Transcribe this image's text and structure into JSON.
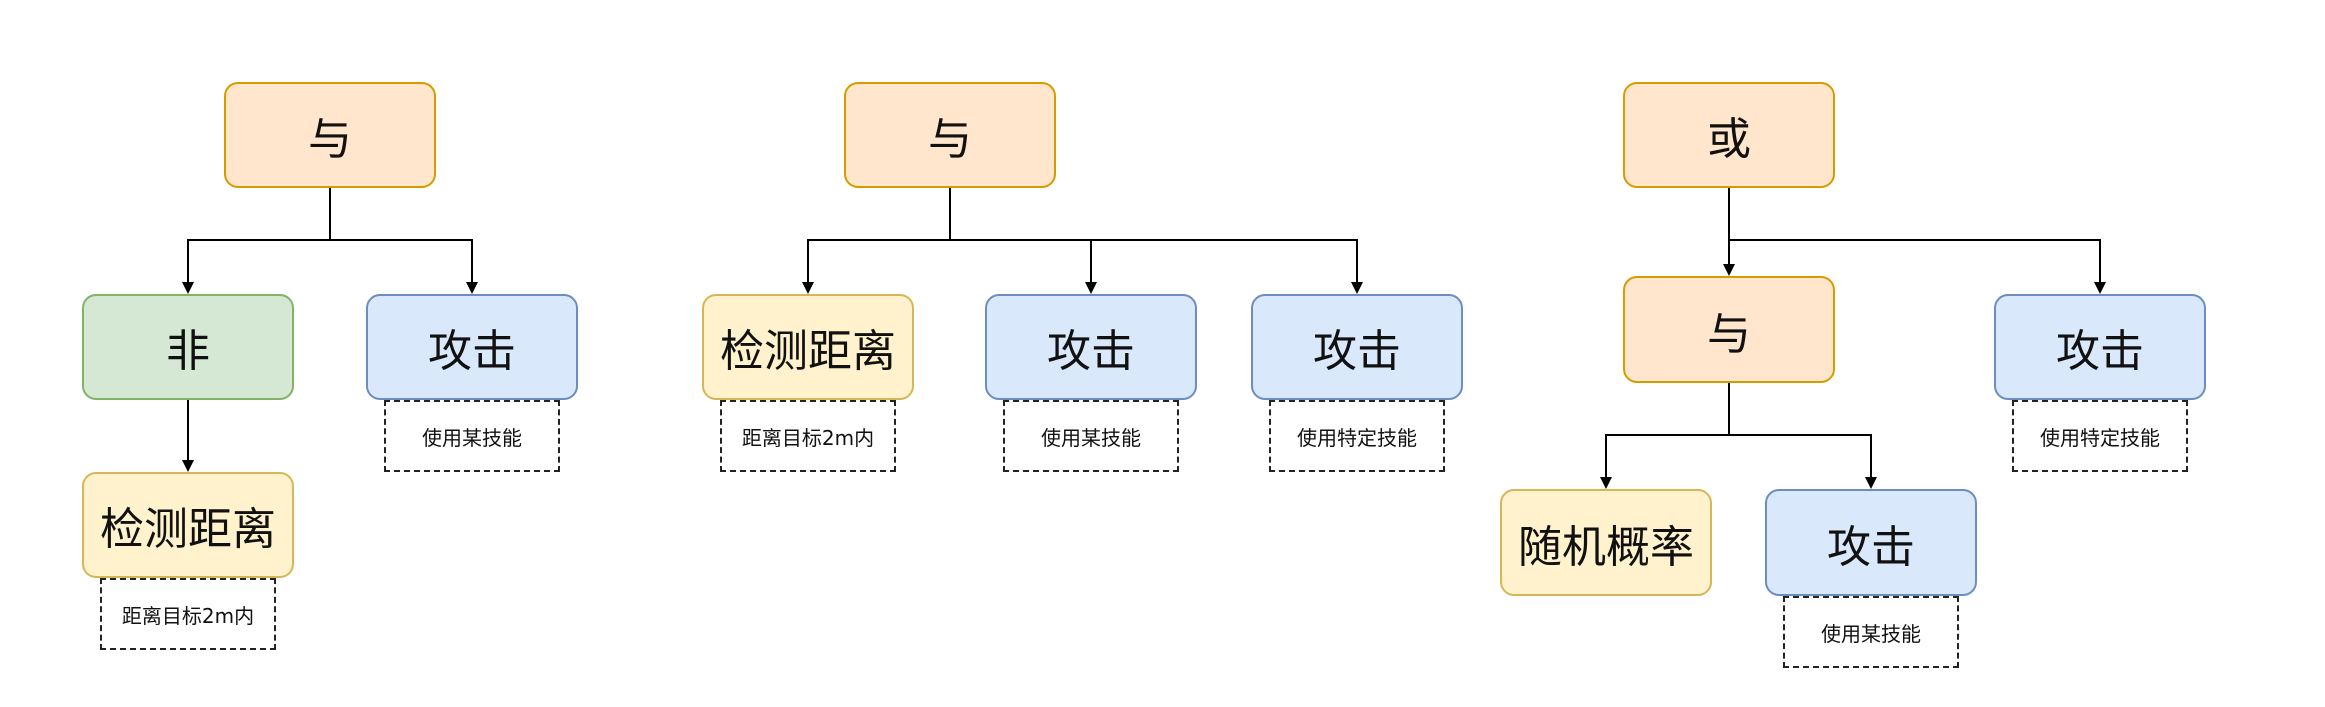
{
  "trees": [
    {
      "root": "与",
      "not_node": "非",
      "not_child": "检测距离",
      "not_child_note": "距离目标2m内",
      "attack": "攻击",
      "attack_note": "使用某技能"
    },
    {
      "root": "与",
      "check": "检测距离",
      "check_note": "距离目标2m内",
      "attack1": "攻击",
      "attack1_note": "使用某技能",
      "attack2": "攻击",
      "attack2_note": "使用特定技能"
    },
    {
      "root": "或",
      "and_node": "与",
      "random": "随机概率",
      "attack_inner": "攻击",
      "attack_inner_note": "使用某技能",
      "attack_right": "攻击",
      "attack_right_note": "使用特定技能"
    }
  ],
  "colors": {
    "composite_fill": "#ffe6cc",
    "composite_border": "#d79b00",
    "decorator_fill": "#d5e8d4",
    "decorator_border": "#82b366",
    "action_fill": "#dae8fc",
    "action_border": "#6c8ebf",
    "condition_fill": "#fff2cc",
    "condition_border": "#d6b656",
    "edge": "#000000"
  }
}
